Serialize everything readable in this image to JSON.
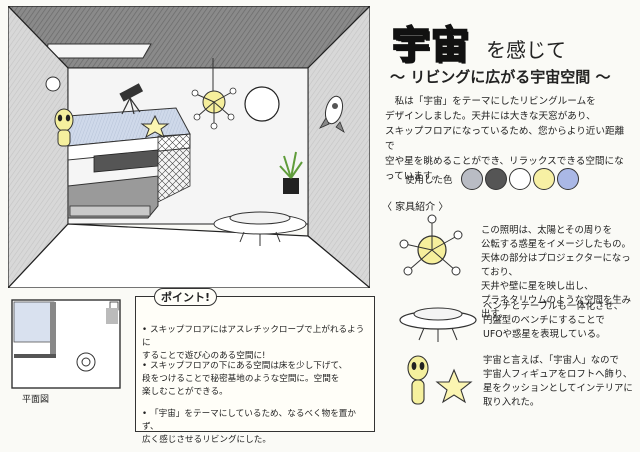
{
  "title": {
    "main": "宇宙",
    "tail": "を感じて",
    "subtitle": "〜 リビングに広がる宇宙空間 〜"
  },
  "description": "　私は「宇宙」をテーマにしたリビングルームを\nデザインしました。天井には大きな天窓があり、\nスキップフロアになっているため、您からより近い距離で\n空や星を眺めることができ、リラックスできる空間になっています。",
  "colors": {
    "label": "使用した色",
    "swatches": [
      "#b9bcc4",
      "#555555",
      "#ffffff",
      "#f7f0a4",
      "#aab8e6"
    ]
  },
  "furniture": {
    "label": "〈 家具紹介 〉",
    "items": [
      {
        "icon": "sun-planet-light-icon",
        "text": "この照明は、太陽とその周りを\n公転する惑星をイメージしたもの。\n天体の部分はプロジェクターになっており、\n天井や壁に星を映し出し、\nプラネタリウムのような空間を生み出す。"
      },
      {
        "icon": "ufo-table-icon",
        "text": "ベンチとテーブルも一体化させ、\n円盤型のベンチにすることで\nUFOや惑星を表現している。"
      },
      {
        "icon": "alien-cushion-icon",
        "text": "宇宙と言えば、「宇宙人」なので\n宇宙人フィギュアをロフトへ飾り、\n星をクッションとしてインテリアに\n取り入れた。"
      }
    ]
  },
  "floor_plan": {
    "label": "平面図"
  },
  "points": {
    "heading": "ポイント!",
    "items": [
      "スキップフロアにはアスレチックロープで上がれるように\nすることで遊び心のある空間に!",
      "スキップフロアの下にある空間は床を少し下げて、\n段をつけることで秘密基地のような空間に。空間を\n楽しむことができる。",
      "「宇宙」をテーマにしているため、なるべく物を置かず、\n広く感じさせるリビングにした。"
    ]
  }
}
